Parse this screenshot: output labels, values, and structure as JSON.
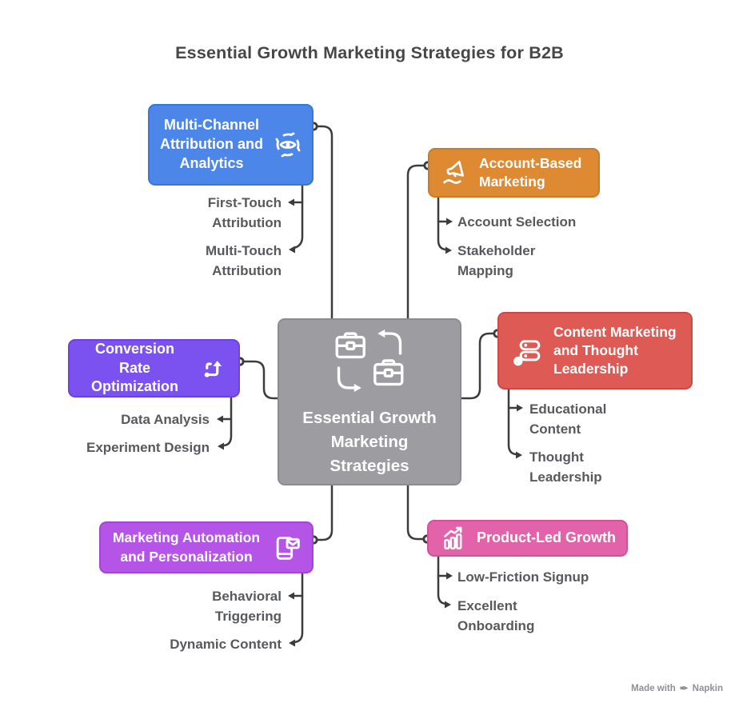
{
  "title": "Essential Growth Marketing Strategies for B2B",
  "diagram": {
    "connector_color": "#3C3C3C",
    "leaf_text_color": "#58595C",
    "background": "#FFFFFF"
  },
  "center": {
    "label": "Essential Growth Marketing Strategies",
    "fill": "#9D9DA1",
    "border": "#8B8B90",
    "icon": "briefcase-exchange-icon"
  },
  "branches": [
    {
      "id": "multi-channel-attribution",
      "label": "Multi-Channel Attribution and Analytics",
      "fill": "#4C86E8",
      "border": "#3A75D8",
      "icon": "eye-analytics-icon",
      "children": [
        "First-Touch Attribution",
        "Multi-Touch Attribution"
      ]
    },
    {
      "id": "account-based-marketing",
      "label": "Account-Based Marketing",
      "fill": "#DE8A33",
      "border": "#CB7A26",
      "icon": "megaphone-hand-icon",
      "children": [
        "Account Selection",
        "Stakeholder Mapping"
      ]
    },
    {
      "id": "conversion-rate-optimization",
      "label": "Conversion Rate Optimization",
      "fill": "#7B52F0",
      "border": "#6A43DC",
      "icon": "conversion-arrow-icon",
      "children": [
        "Data Analysis",
        "Experiment Design"
      ]
    },
    {
      "id": "content-marketing-thought-leadership",
      "label": "Content Marketing and Thought Leadership",
      "fill": "#DE5A54",
      "border": "#CC4A46",
      "icon": "content-stack-icon",
      "children": [
        "Educational Content",
        "Thought Leadership"
      ]
    },
    {
      "id": "marketing-automation-personalization",
      "label": "Marketing Automation and Personalization",
      "fill": "#B455E8",
      "border": "#A246D6",
      "icon": "phone-mail-icon",
      "children": [
        "Behavioral Triggering",
        "Dynamic Content"
      ]
    },
    {
      "id": "product-led-growth",
      "label": "Product-Led Growth",
      "fill": "#E263A9",
      "border": "#D05397",
      "icon": "growth-chart-icon",
      "children": [
        "Low-Friction Signup",
        "Excellent Onboarding"
      ]
    }
  ],
  "watermark": {
    "prefix": "Made with",
    "brand": "Napkin"
  }
}
